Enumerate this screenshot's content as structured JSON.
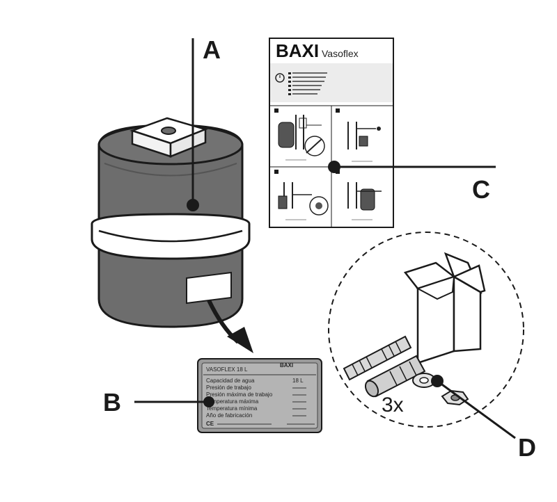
{
  "labels": {
    "a": "A",
    "b": "B",
    "c": "C",
    "d": "D"
  },
  "manual": {
    "brand": "BAXI",
    "product": "Vasoflex"
  },
  "rating_plate": {
    "title": "VASOFLEX 18 L",
    "brand": "BAXI",
    "rows": [
      {
        "key": "Capacidad de agua",
        "value": "18 L"
      },
      {
        "key": "Presión de trabajo",
        "value": ""
      },
      {
        "key": "Presión máxima de trabajo",
        "value": ""
      },
      {
        "key": "Temperatura máxima",
        "value": ""
      },
      {
        "key": "Temperatura mínima",
        "value": ""
      },
      {
        "key": "Año de fabricación",
        "value": ""
      }
    ]
  },
  "fittings": {
    "quantity": "3x"
  },
  "colors": {
    "tank": "#6d6d6d",
    "tank_dark": "#5a5a5a",
    "plate": "#9a9a9a",
    "ink": "#1a1a1a"
  }
}
